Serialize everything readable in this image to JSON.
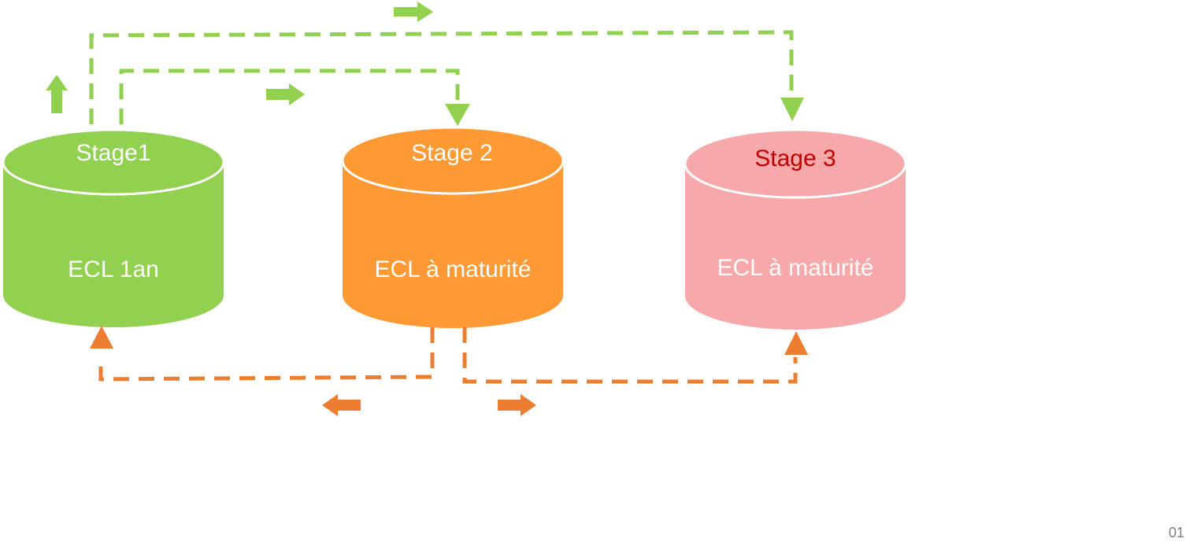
{
  "stages": [
    {
      "title": "Stage1",
      "body": "ECL 1an",
      "fill": "#92d050",
      "title_color": "#ffffff",
      "body_color": "#ffffff"
    },
    {
      "title": "Stage 2",
      "body": "ECL à maturité",
      "fill": "#ff9933",
      "title_color": "#ffffff",
      "body_color": "#ffffff"
    },
    {
      "title": "Stage 3",
      "body": "ECL à maturité",
      "fill": "#f7a8aa",
      "title_color": "#c00000",
      "body_color": "#ffffff"
    }
  ],
  "colors": {
    "migration_up": "#92d050",
    "migration_down": "#ed7d31",
    "cylinder_rim": "#ffffff",
    "page_number": "#808080"
  },
  "icons": {
    "direction_arrow": "block-arrow-icon",
    "connector_end": "triangle-arrowhead-icon"
  },
  "page_number": "01"
}
